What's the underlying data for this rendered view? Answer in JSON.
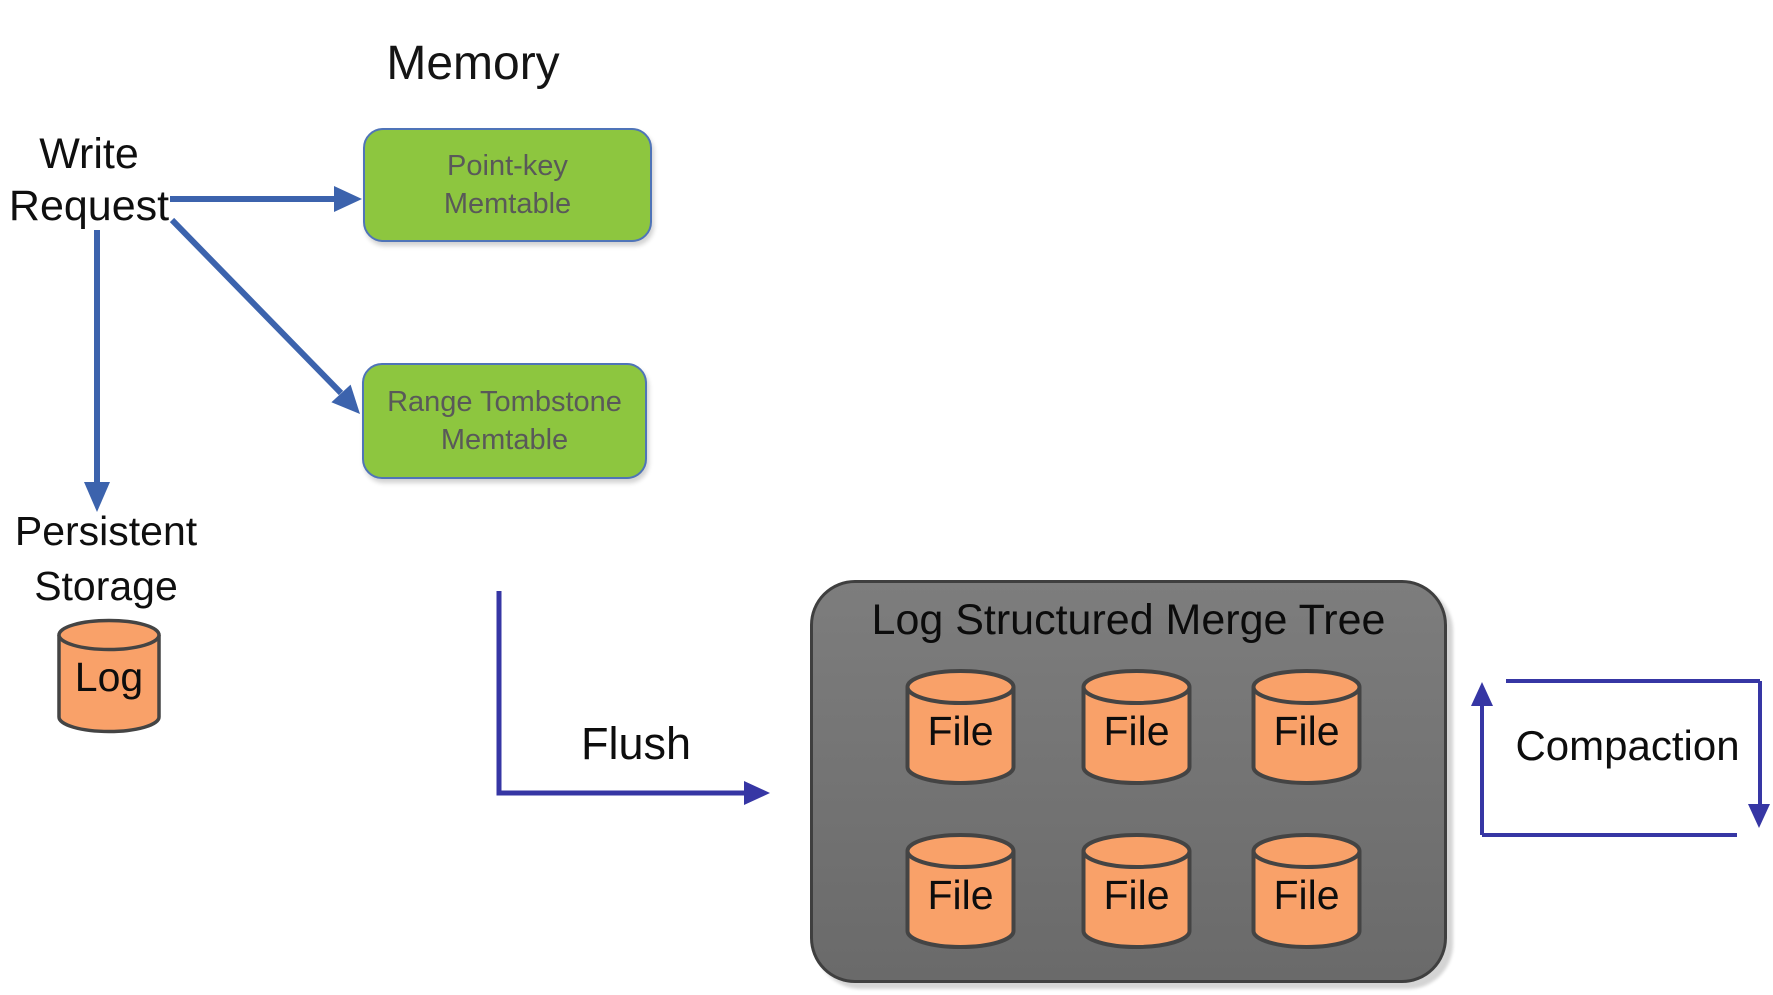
{
  "memory_title": "Memory",
  "write_request": {
    "line1": "Write",
    "line2": "Request"
  },
  "memtables": [
    {
      "line1": "Point-key",
      "line2": "Memtable"
    },
    {
      "line1": "Range Tombstone",
      "line2": "Memtable"
    }
  ],
  "persistent_storage": {
    "line1": "Persistent",
    "line2": "Storage"
  },
  "log_label": "Log",
  "flush_label": "Flush",
  "compaction_label": "Compaction",
  "lsm": {
    "title": "Log Structured Merge Tree",
    "files": [
      "File",
      "File",
      "File",
      "File",
      "File",
      "File"
    ]
  },
  "colors": {
    "arrow_steel_blue": "#3c63ad",
    "arrow_indigo": "#3636a4",
    "green_fill": "#8dc63f",
    "green_border": "#4f74b8",
    "memtable_text": "#595959",
    "orange_fill": "#f9a169",
    "cylinder_border": "#444444",
    "gray_fill": "#747474",
    "gray_border": "#3f3f3f",
    "text_black": "#111111"
  }
}
